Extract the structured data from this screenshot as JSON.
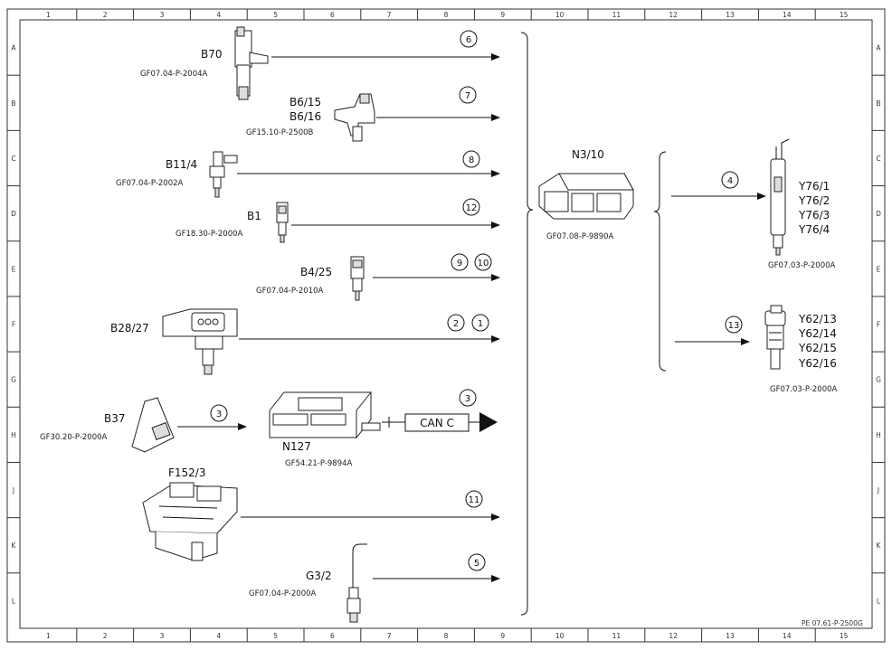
{
  "grid": {
    "columns": [
      "1",
      "2",
      "3",
      "4",
      "5",
      "6",
      "7",
      "8",
      "9",
      "10",
      "11",
      "12",
      "13",
      "14",
      "15"
    ],
    "rows": [
      "A",
      "B",
      "C",
      "D",
      "E",
      "F",
      "G",
      "H",
      "J",
      "K",
      "L"
    ]
  },
  "inputs": [
    {
      "id": "B70",
      "ref": "GF07.04-P-2004A",
      "circles": [
        "6"
      ]
    },
    {
      "id": "B6/15",
      "id2": "B6/16",
      "ref": "GF15.10-P-2500B",
      "circles": [
        "7"
      ]
    },
    {
      "id": "B11/4",
      "ref": "GF07.04-P-2002A",
      "circles": [
        "8"
      ]
    },
    {
      "id": "B1",
      "ref": "GF18.30-P-2000A",
      "circles": [
        "12"
      ]
    },
    {
      "id": "B4/25",
      "ref": "GF07.04-P-2010A",
      "circles": [
        "9",
        "10"
      ]
    },
    {
      "id": "B28/27",
      "ref": "",
      "circles": [
        "2",
        "1"
      ]
    },
    {
      "id": "B37",
      "ref": "GF30.20-P-2000A",
      "circles": [
        "3"
      ]
    },
    {
      "id": "F152/3",
      "ref": "",
      "circles": [
        "11"
      ]
    },
    {
      "id": "G3/2",
      "ref": "GF07.04-P-2000A",
      "circles": [
        "5"
      ]
    }
  ],
  "n127": {
    "id": "N127",
    "ref": "GF54.21-P-9894A",
    "can_label": "CAN C",
    "circle": "3"
  },
  "ecu": {
    "id": "N3/10",
    "ref": "GF07.08-P-9890A"
  },
  "injectors": {
    "ids": [
      "Y76/1",
      "Y76/2",
      "Y76/3",
      "Y76/4"
    ],
    "ref": "GF07.03-P-2000A",
    "circle": "4"
  },
  "valves": {
    "ids": [
      "Y62/13",
      "Y62/14",
      "Y62/15",
      "Y62/16"
    ],
    "ref": "GF07.03-P-2000A",
    "circle": "13"
  },
  "footer": "PE 07.61-P-2500G"
}
